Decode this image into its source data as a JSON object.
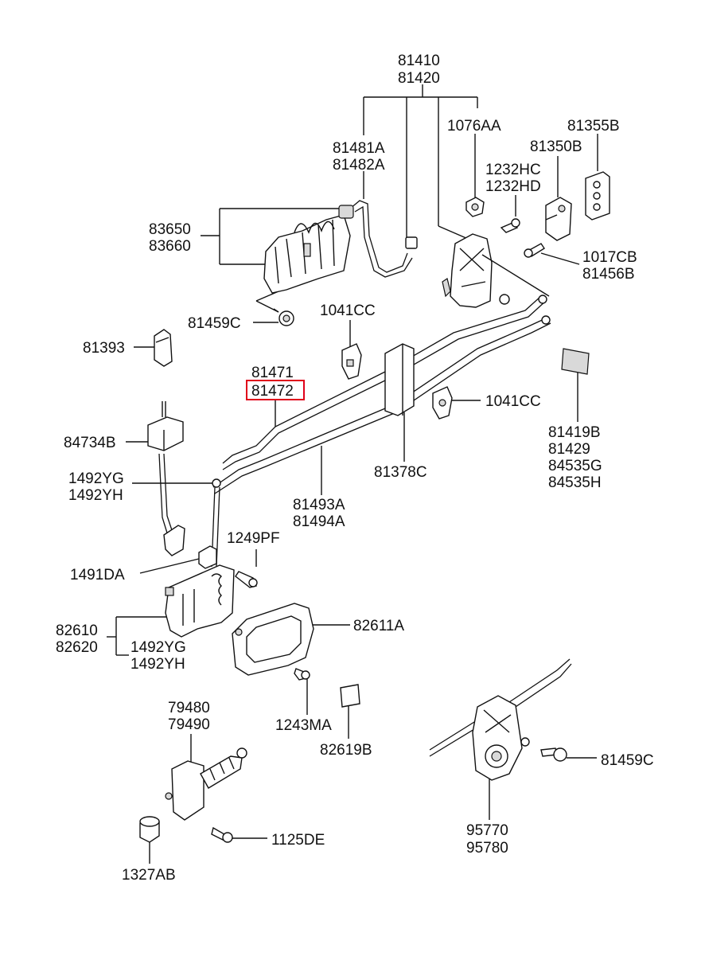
{
  "labels": {
    "p81410": "81410",
    "p81420": "81420",
    "p1076AA": "1076AA",
    "p81355B": "81355B",
    "p81350B": "81350B",
    "p81481A": "81481A",
    "p81482A": "81482A",
    "p1232HC": "1232HC",
    "p1232HD": "1232HD",
    "p83650": "83650",
    "p83660": "83660",
    "p1017CB": "1017CB",
    "p81456B": "81456B",
    "p81459C_top": "81459C",
    "p1041CC_top": "1041CC",
    "p81393": "81393",
    "p81471": "81471",
    "p81472": "81472",
    "p1041CC_right": "1041CC",
    "p84734B": "84734B",
    "p81419B": "81419B",
    "p81429": "81429",
    "p84535G": "84535G",
    "p84535H": "84535H",
    "p81378C": "81378C",
    "p1492YG_top": "1492YG",
    "p1492YH_top": "1492YH",
    "p81493A": "81493A",
    "p81494A": "81494A",
    "p1249PF": "1249PF",
    "p1491DA": "1491DA",
    "p82610": "82610",
    "p82620": "82620",
    "p1492YG_bot": "1492YG",
    "p1492YH_bot": "1492YH",
    "p82611A": "82611A",
    "p79480": "79480",
    "p79490": "79490",
    "p1243MA": "1243MA",
    "p82619B": "82619B",
    "p81459C_bot": "81459C",
    "p95770": "95770",
    "p95780": "95780",
    "p1125DE": "1125DE",
    "p1327AB": "1327AB"
  },
  "highlight": {
    "color": "#e0001a",
    "part": "81472"
  }
}
